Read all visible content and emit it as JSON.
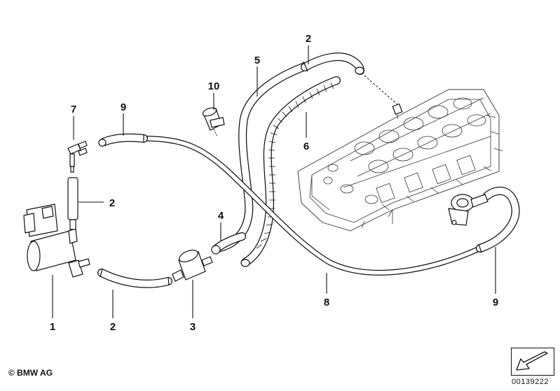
{
  "diagram": {
    "callouts": [
      {
        "id": "c1",
        "label": "1"
      },
      {
        "id": "c2a",
        "label": "2"
      },
      {
        "id": "c2b",
        "label": "2"
      },
      {
        "id": "c2c",
        "label": "2"
      },
      {
        "id": "c3",
        "label": "3"
      },
      {
        "id": "c4",
        "label": "4"
      },
      {
        "id": "c5",
        "label": "5"
      },
      {
        "id": "c6",
        "label": "6"
      },
      {
        "id": "c7",
        "label": "7"
      },
      {
        "id": "c8",
        "label": "8"
      },
      {
        "id": "c9a",
        "label": "9"
      },
      {
        "id": "c9b",
        "label": "9"
      },
      {
        "id": "c10",
        "label": "10"
      }
    ]
  },
  "footer": {
    "copyright": "© BMW AG",
    "doc_number": "00139222"
  },
  "icons": {
    "nav": "arrow-down-left-icon"
  }
}
